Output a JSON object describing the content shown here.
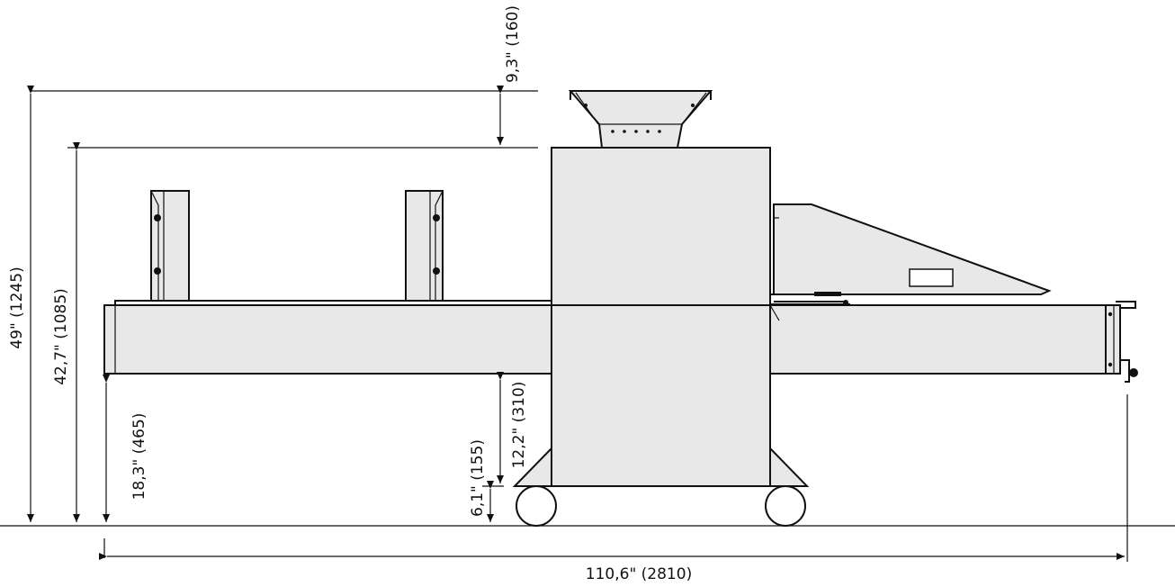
{
  "dimensions": {
    "overall_height": "49\" (1245)",
    "belt_height": "42,7\" (1085)",
    "hopper_height": "9,3\" (160)",
    "bed_underside_height": "18,3\" (465)",
    "leg_height": "12,2\" (310)",
    "caster_height": "6,1\" (155)",
    "overall_length": "110,6\" (2810)"
  },
  "colors": {
    "line": "#111111",
    "panel_fill": "#e8e8e8",
    "background": "#ffffff"
  }
}
